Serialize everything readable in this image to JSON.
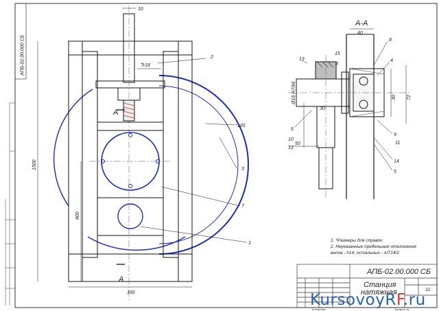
{
  "sheet": {
    "code_top": "АПБ-02.00.000 СБ",
    "code_block": "АПБ-02.00.000 СБ",
    "title_line1": "Станция",
    "title_line2": "натяжная",
    "sheet_num": "11",
    "copied": "Копировал",
    "format": "Формат  А1"
  },
  "section_label": "А-А",
  "cut_mark": "А",
  "dimensions": {
    "d10": "10",
    "d1500": "1500",
    "d800": "800",
    "d166": "166",
    "d100": "*100",
    "tr": "Tr18",
    "d40": "40",
    "d15": "15",
    "d8": "8",
    "d30a": "30",
    "d30b": "30",
    "d72": "72",
    "d50": "50",
    "d10b": "10",
    "d12": "12",
    "d11": "11",
    "fit": "Ø16 H7/k6"
  },
  "callouts": {
    "c1": "1",
    "c2": "2",
    "c3": "3",
    "c7": "7",
    "c4": "4",
    "c5": "5",
    "c6": "6",
    "c8": "8",
    "c9": "9",
    "c13": "13",
    "c14": "14"
  },
  "notes": [
    "1. *Размеры для справок.",
    "2. Неуказанные предельные отклонения",
    "валов - h14, остальных - ±IT14/2"
  ],
  "watermark": {
    "part1": "KursovoyR",
    "part2": "F",
    "part3": ".ru"
  }
}
